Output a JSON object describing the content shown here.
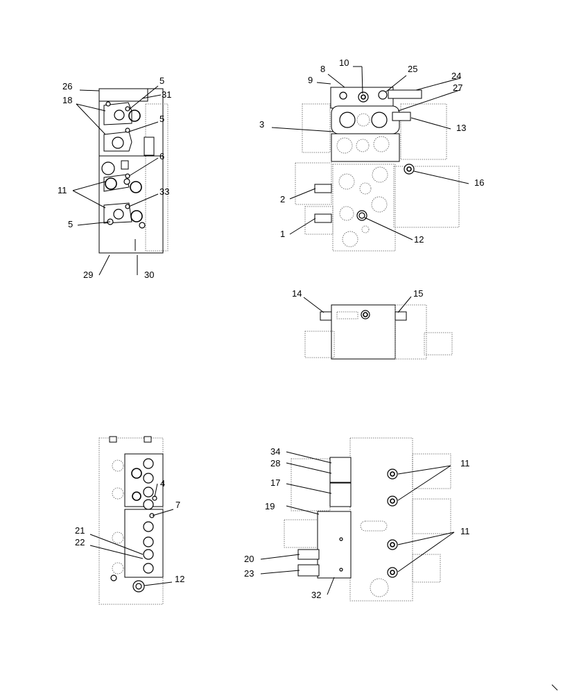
{
  "callouts": {
    "tl_26": "26",
    "tl_18": "18",
    "tl_5a": "5",
    "tl_31": "31",
    "tl_5b": "5",
    "tl_6": "6",
    "tl_11": "11",
    "tl_33": "33",
    "tl_5c": "5",
    "tl_29": "29",
    "tl_30": "30",
    "tr_8": "8",
    "tr_10": "10",
    "tr_25": "25",
    "tr_9": "9",
    "tr_24": "24",
    "tr_27": "27",
    "tr_3": "3",
    "tr_13": "13",
    "tr_16": "16",
    "tr_2": "2",
    "tr_1": "1",
    "tr_12": "12",
    "mr_14": "14",
    "mr_15": "15",
    "bl_4": "4",
    "bl_7": "7",
    "bl_21": "21",
    "bl_22": "22",
    "bl_12": "12",
    "br_34": "34",
    "br_28": "28",
    "br_17": "17",
    "br_19": "19",
    "br_11a": "11",
    "br_11b": "11",
    "br_20": "20",
    "br_23": "23",
    "br_32": "32"
  },
  "colors": {
    "line": "#000000",
    "hidden_line": "#555555",
    "background": "#ffffff"
  }
}
